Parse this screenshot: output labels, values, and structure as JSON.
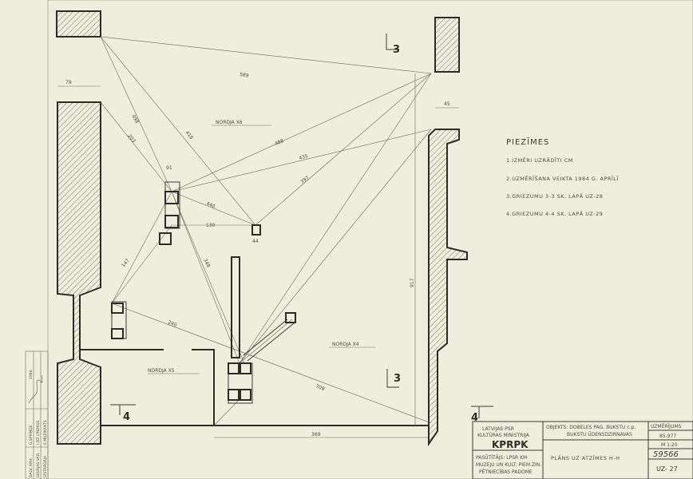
{
  "notes": {
    "heading": "PIEZĪMES",
    "items": [
      "1.IZMĒRI UZRĀDĪTI CM",
      "2.UZMĒRĪŠANA VEIKTA 1984 G. APRĪLĪ",
      "3.GRIEZUMU 3-3 SK. LAPĀ UZ-28",
      "4.GRIEZUMU 4-4 SK. LAPĀ UZ-29"
    ]
  },
  "section_marks": {
    "s3_top": "3",
    "s3_bottom": "3",
    "s4_left": "4",
    "s4_right": "4"
  },
  "labels": {
    "x6": "NORDJA X6",
    "x5": "NORDJA X5",
    "x4": "NORDJA X4"
  },
  "dimensions": {
    "d79": "79",
    "d589": "589",
    "d498": "498",
    "d488": "488",
    "d435": "435",
    "d397": "397",
    "d418": "418",
    "d440": "440",
    "d130": "130",
    "d147": "147",
    "d348": "348",
    "d240": "240",
    "d708": "708",
    "d917": "917",
    "d369": "369",
    "d45": "45",
    "d91": "91",
    "d44": "44",
    "d203": "203"
  },
  "title_block": {
    "ministry_line1": "LATVIJAS PSR",
    "ministry_line2": "KULTŪRAS MINISTRIJA",
    "org": "KPRPK",
    "client_line1": "PASŪTĪTĀJS: LPSR KM",
    "client_line2": "MUZEJU UN KULT. PIEM.ZIN.",
    "client_line3": "PĒTNIECĪBAS PADOME",
    "object_line1": "OBJEKTS: DOBELES PAG. BUKSTU c.p.",
    "object_line2": "BUKSTU ŪDENSDZIRNAVAS",
    "sheet_title": "PLĀNS UZ ATZĪMES H-H",
    "stage": "UZMĒRĪJUMS",
    "year": "85-977",
    "scale": "M 1:20",
    "archive_no": "59566",
    "sheet_no": "UZ- 27"
  },
  "stamp": {
    "col1": [
      "GALV. ARH.",
      "SKURJAS VAD.",
      "IZSTRĀDĀJA"
    ],
    "col2": [
      "G.SPRIŅĢE",
      "I.DZ LĪNDKUS",
      "E.MUZIKANTS"
    ],
    "col3": [
      "1984"
    ]
  }
}
